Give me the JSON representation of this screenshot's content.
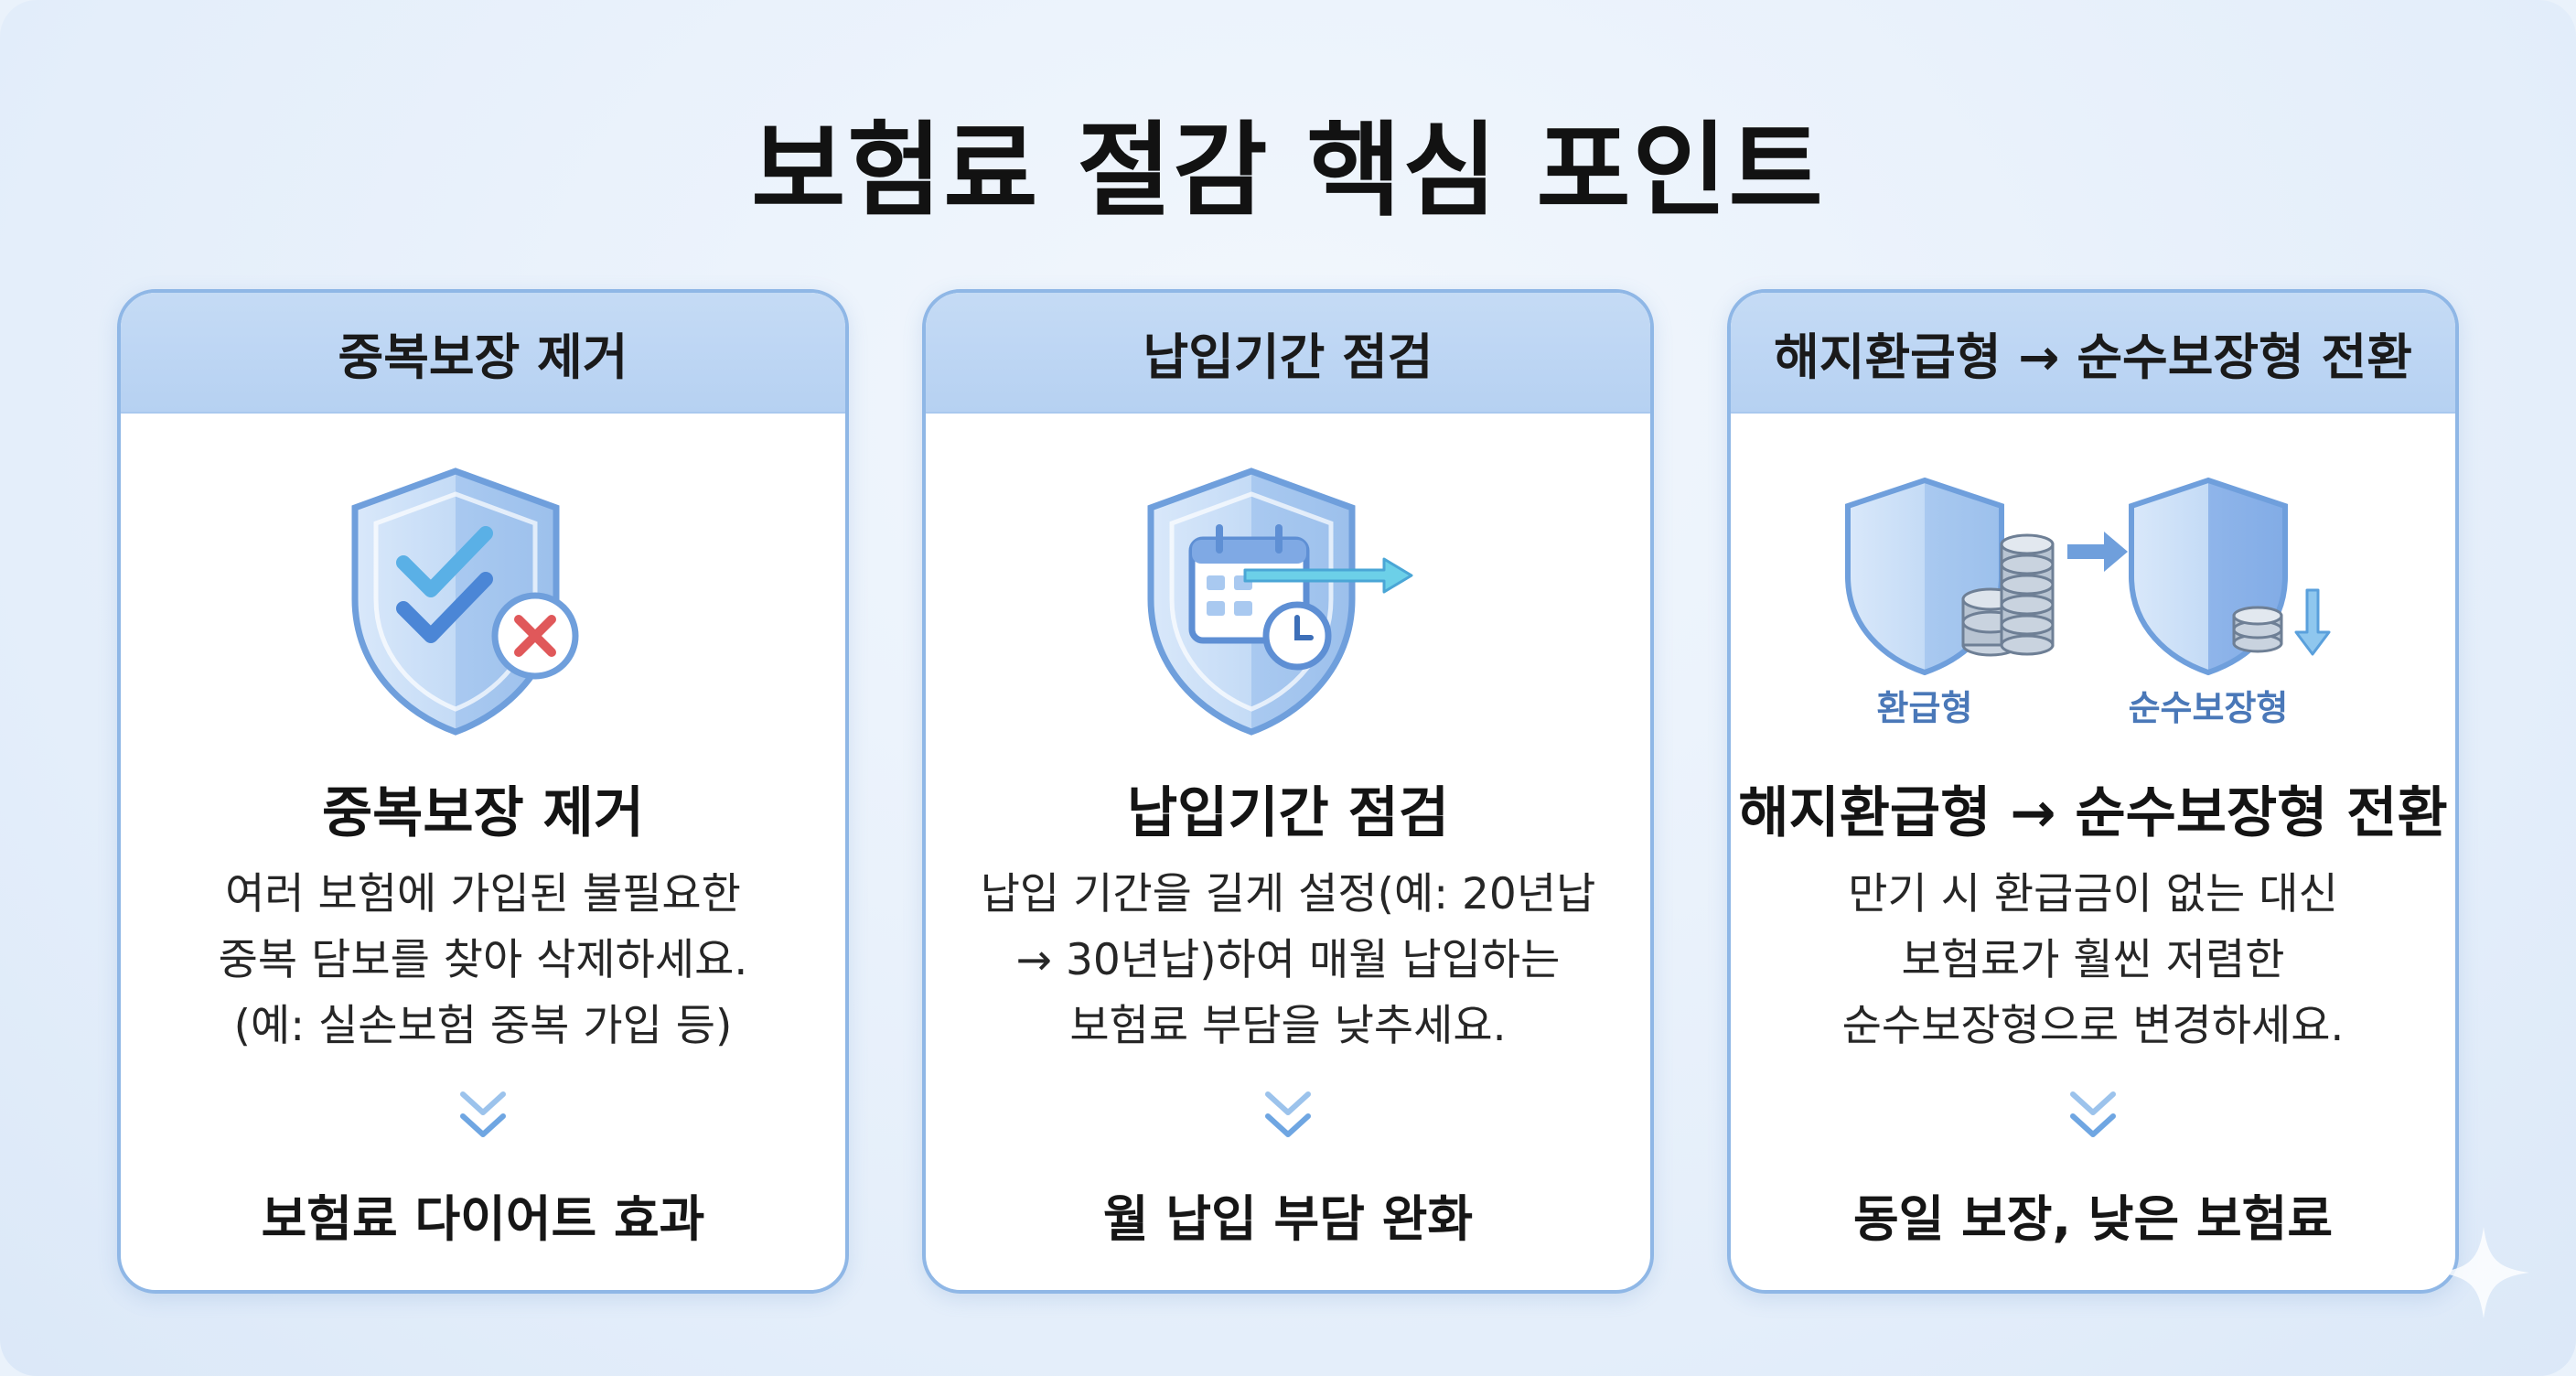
{
  "title": "보험료 절감 핵심 포인트",
  "colors": {
    "accent": "#8fb7e6",
    "header_bg": "#c5dbf5",
    "shield": "#a8c8f0",
    "check": "#5aa9e0",
    "cross": "#e05a5a"
  },
  "cards": [
    {
      "header": "중복보장 제거",
      "icon": "shield-check-x-icon",
      "title": "중복보장 제거",
      "description": [
        "여러 보험에 가입된 불필요한",
        "중복 담보를 찾아 삭제하세요.",
        "(예: 실손보험 중복 가입 등)"
      ],
      "result": "보험료 다이어트 효과"
    },
    {
      "header": "납입기간 점검",
      "icon": "shield-calendar-clock-icon",
      "title": "납입기간 점검",
      "description": [
        "납입 기간을 길게 설정(예: 20년납",
        "→ 30년납)하여 매월 납입하는",
        "보험료 부담을 낮추세요."
      ],
      "result": "월 납입 부담 완화"
    },
    {
      "header": "해지환급형 → 순수보장형 전환",
      "icon": "shield-coins-transition-icon",
      "icon_labels": [
        "환급형",
        "순수보장형"
      ],
      "title": "해지환급형 → 순수보장형 전환",
      "description": [
        "만기 시 환급금이 없는 대신",
        "보험료가 훨씬 저렴한",
        "순수보장형으로 변경하세요."
      ],
      "result": "동일 보장, 낮은 보험료"
    }
  ]
}
